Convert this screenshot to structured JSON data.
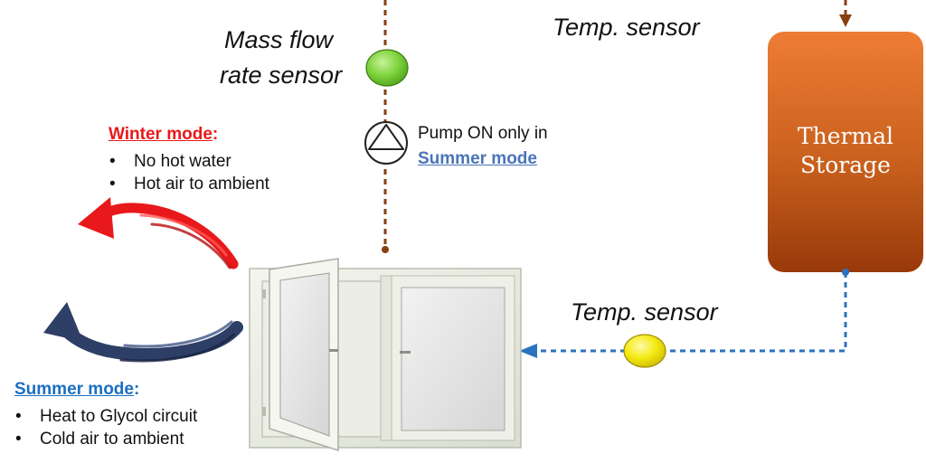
{
  "labels": {
    "mass_flow_line1": "Mass flow",
    "mass_flow_line2": "rate sensor",
    "temp_sensor_top": "Temp. sensor",
    "temp_sensor_bottom": "Temp. sensor",
    "pump_text": "Pump ON only in",
    "pump_mode_link": "Summer mode",
    "storage_line1": "Thermal",
    "storage_line2": "Storage"
  },
  "winter": {
    "title": "Winter mode",
    "colon": ":",
    "items": [
      "No hot water",
      "Hot air to ambient"
    ]
  },
  "summer": {
    "title": "Summer mode",
    "colon": ":",
    "items": [
      "Heat to Glycol circuit",
      "Cold air to ambient"
    ]
  },
  "colors": {
    "winter_accent": "#e8181b",
    "summer_accent": "#1b6fc2",
    "link_blue": "#4a75b8",
    "pipe_brown": "#8a3f10",
    "pipe_blue": "#2b72c0",
    "storage_top": "#ee7a30",
    "storage_bottom": "#9a3c0a",
    "mass_sensor": "#7fd33c",
    "temp_sensor": "#f2e70c"
  }
}
